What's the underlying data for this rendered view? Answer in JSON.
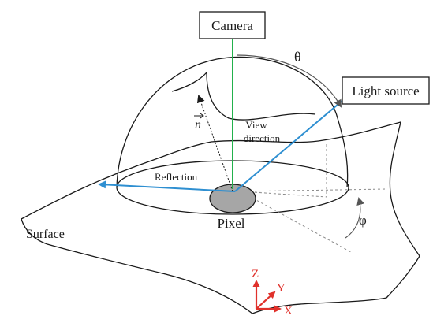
{
  "labels": {
    "camera": "Camera",
    "light_source": "Light source",
    "view_direction_line1": "View",
    "view_direction_line2": "direction",
    "reflection": "Reflection",
    "pixel": "Pixel",
    "surface": "Surface",
    "normal_vector": "n",
    "theta": "θ",
    "phi": "φ"
  },
  "axes": {
    "z": "Z",
    "y": "Y",
    "x": "X"
  },
  "colors": {
    "camera_ray": "#22b14c",
    "light_ray": "#2e8fd1",
    "reflection_ray": "#2e8fd1",
    "axes": "#e0312b",
    "pixel_fill": "#a6a6a6",
    "outline": "#1a1a1a"
  }
}
